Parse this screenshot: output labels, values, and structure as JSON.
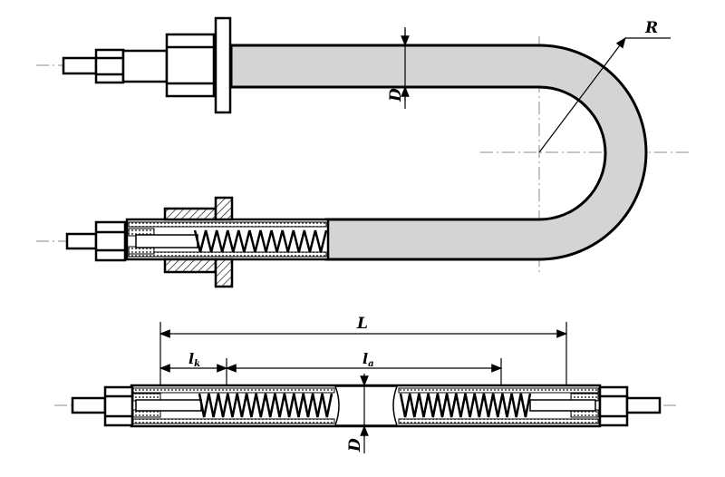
{
  "diagram": {
    "title_labels": {
      "radius": "R",
      "diameter_top": "D",
      "length_total": "L",
      "length_contact": "l",
      "length_contact_sub": "k",
      "length_active": "l",
      "length_active_sub": "a",
      "diameter_bottom": "D"
    },
    "colors": {
      "tube_fill": "#d4d4d4",
      "line": "#000000",
      "insulation": "#bdbdbd"
    }
  }
}
